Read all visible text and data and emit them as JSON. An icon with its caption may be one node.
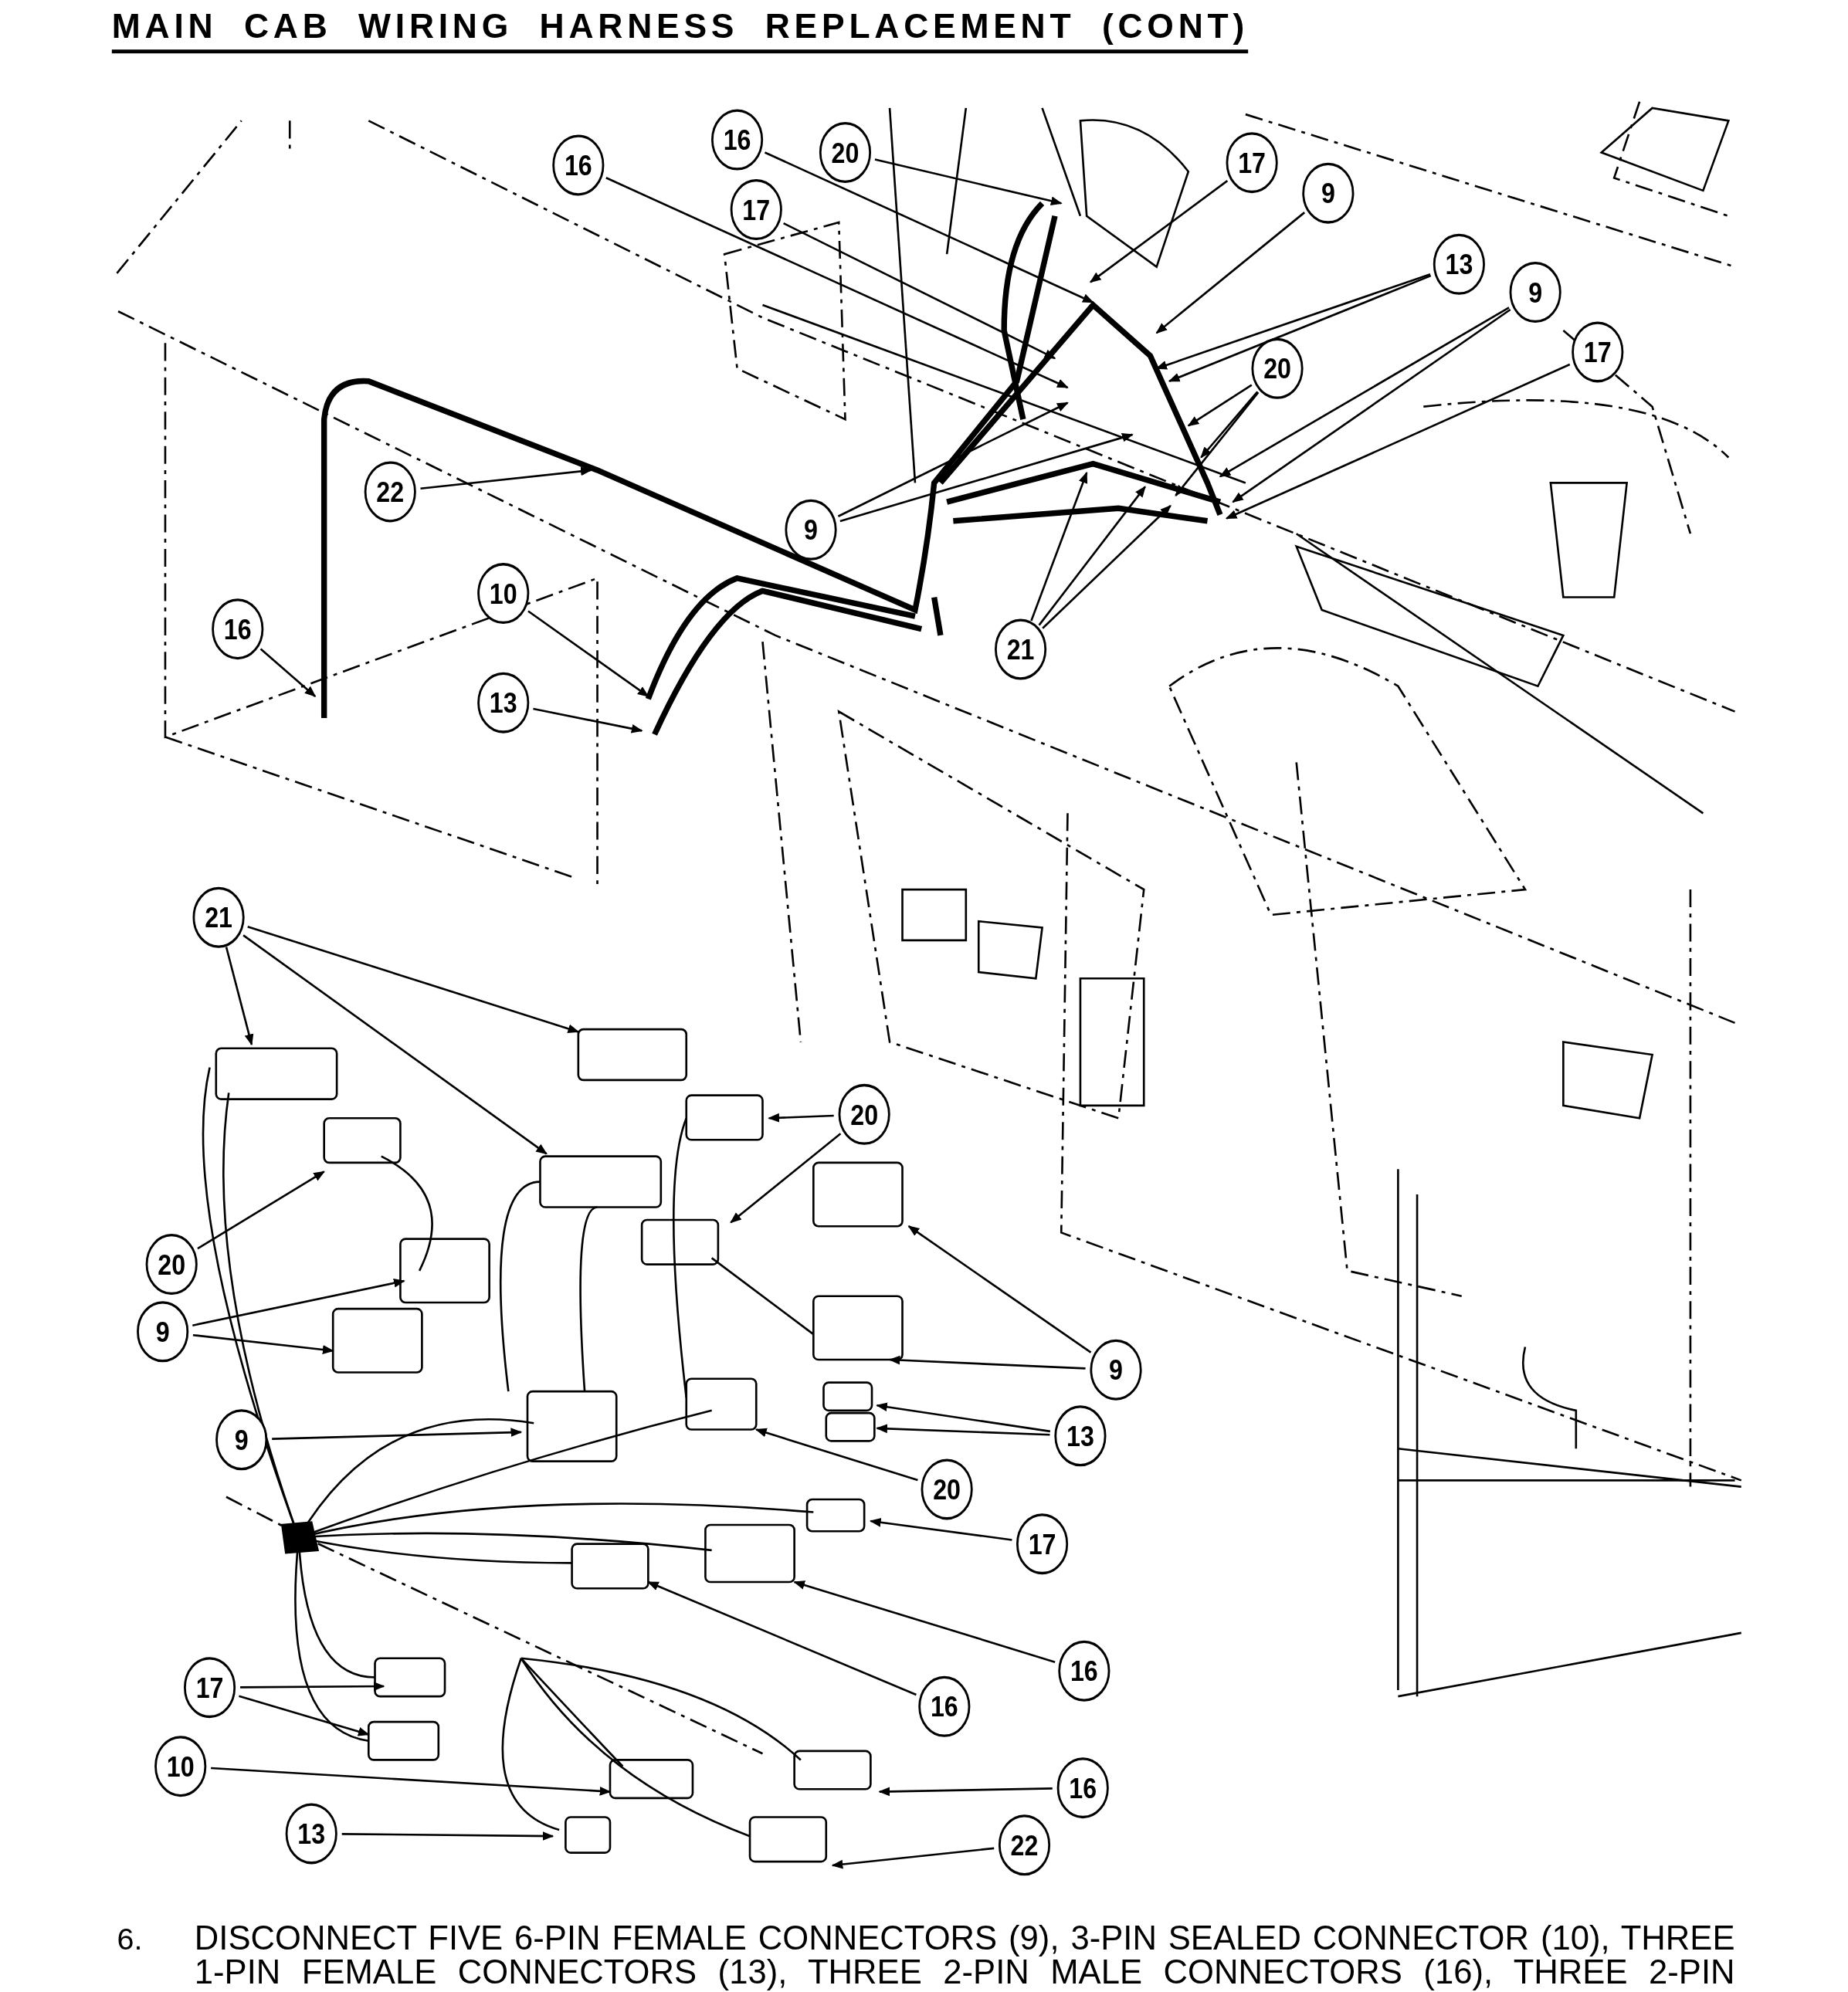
{
  "diagram": {
    "title": "MAIN CAB WIRING HARNESS REPLACEMENT (CONT)",
    "nodes": [
      {
        "text": [
          "16"
        ]
      },
      {
        "text": [
          "16"
        ]
      },
      {
        "text": [
          "20"
        ]
      },
      {
        "text": [
          "17"
        ]
      },
      {
        "text": [
          "9"
        ]
      },
      {
        "text": [
          "17"
        ]
      },
      {
        "text": [
          "13"
        ]
      },
      {
        "text": [
          "9"
        ]
      },
      {
        "text": [
          "17"
        ]
      },
      {
        "text": [
          "20"
        ]
      },
      {
        "text": [
          "22"
        ]
      },
      {
        "text": [
          "9"
        ]
      },
      {
        "text": [
          "10"
        ]
      },
      {
        "text": [
          "16"
        ]
      },
      {
        "text": [
          "21"
        ]
      },
      {
        "text": [
          "13"
        ]
      },
      {
        "text": [
          "21"
        ]
      },
      {
        "text": [
          "20"
        ]
      },
      {
        "text": [
          "20"
        ]
      },
      {
        "text": [
          "9"
        ]
      },
      {
        "text": [
          "9"
        ]
      },
      {
        "text": [
          "9"
        ]
      },
      {
        "text": [
          "13"
        ]
      },
      {
        "text": [
          "20"
        ]
      },
      {
        "text": [
          "17"
        ]
      },
      {
        "text": [
          "16"
        ]
      },
      {
        "text": [
          "16"
        ]
      },
      {
        "text": [
          "17"
        ]
      },
      {
        "text": [
          "10"
        ]
      },
      {
        "text": [
          "16"
        ]
      },
      {
        "text": [
          "13"
        ]
      },
      {
        "text": [
          "22"
        ]
      }
    ],
    "edges": [
      {
        "from": 0,
        "to": null,
        "arrow": "to"
      },
      {
        "from": 1,
        "to": null,
        "arrow": "to"
      },
      {
        "from": 2,
        "to": null,
        "arrow": "to"
      },
      {
        "from": 3,
        "to": null,
        "arrow": "to"
      },
      {
        "from": 4,
        "to": null,
        "arrow": "to"
      },
      {
        "from": 5,
        "to": null,
        "arrow": "to"
      },
      {
        "from": 6,
        "to": null,
        "arrow": "to"
      },
      {
        "from": 6,
        "to": null,
        "arrow": "to"
      },
      {
        "from": 7,
        "to": null,
        "arrow": "to"
      },
      {
        "from": 7,
        "to": null,
        "arrow": "to"
      },
      {
        "from": 8,
        "to": null,
        "arrow": "to"
      },
      {
        "from": 9,
        "to": null,
        "arrow": "to"
      },
      {
        "from": 9,
        "to": null,
        "arrow": "to"
      },
      {
        "from": 9,
        "to": null,
        "arrow": "to"
      },
      {
        "from": 10,
        "to": null,
        "arrow": "to"
      },
      {
        "from": 11,
        "to": null,
        "arrow": "to"
      },
      {
        "from": 11,
        "to": null,
        "arrow": "to"
      },
      {
        "from": 12,
        "to": null,
        "arrow": "to"
      },
      {
        "from": 13,
        "to": null,
        "arrow": "to"
      },
      {
        "from": 14,
        "to": null,
        "arrow": "to"
      },
      {
        "from": 14,
        "to": null,
        "arrow": "to"
      },
      {
        "from": 14,
        "to": null,
        "arrow": "to"
      },
      {
        "from": 15,
        "to": null,
        "arrow": "to"
      },
      {
        "from": 16,
        "to": null,
        "arrow": "to"
      },
      {
        "from": 16,
        "to": null,
        "arrow": "to"
      },
      {
        "from": 16,
        "to": null,
        "arrow": "to"
      },
      {
        "from": 17,
        "to": null,
        "arrow": "to"
      },
      {
        "from": 17,
        "to": null,
        "arrow": "to"
      },
      {
        "from": 18,
        "to": null,
        "arrow": "to"
      },
      {
        "from": 19,
        "to": null,
        "arrow": "to"
      },
      {
        "from": 19,
        "to": null,
        "arrow": "to"
      },
      {
        "from": 20,
        "to": null,
        "arrow": "to"
      },
      {
        "from": 20,
        "to": null,
        "arrow": "to"
      },
      {
        "from": 21,
        "to": null,
        "arrow": "to"
      },
      {
        "from": 22,
        "to": null,
        "arrow": "to"
      },
      {
        "from": 22,
        "to": null,
        "arrow": "to"
      },
      {
        "from": 23,
        "to": null,
        "arrow": "to"
      },
      {
        "from": 24,
        "to": null,
        "arrow": "to"
      },
      {
        "from": 25,
        "to": null,
        "arrow": "to"
      },
      {
        "from": 26,
        "to": null,
        "arrow": "to"
      },
      {
        "from": 27,
        "to": null,
        "arrow": "to"
      },
      {
        "from": 27,
        "to": null,
        "arrow": "to"
      },
      {
        "from": 28,
        "to": null,
        "arrow": "to"
      },
      {
        "from": 29,
        "to": null,
        "arrow": "to"
      },
      {
        "from": 30,
        "to": null,
        "arrow": "to"
      },
      {
        "from": 31,
        "to": null,
        "arrow": "to"
      }
    ],
    "labels": [
      "6.",
      "DISCONNECT FIVE 6-PIN FEMALE CONNECTORS (9), 3-PIN SEALED CONNECTOR (10), THREE 1-PIN FEMALE CONNECTORS (13), THREE 2-PIN MALE CONNECTORS (16), THREE 2-PIN"
    ]
  }
}
